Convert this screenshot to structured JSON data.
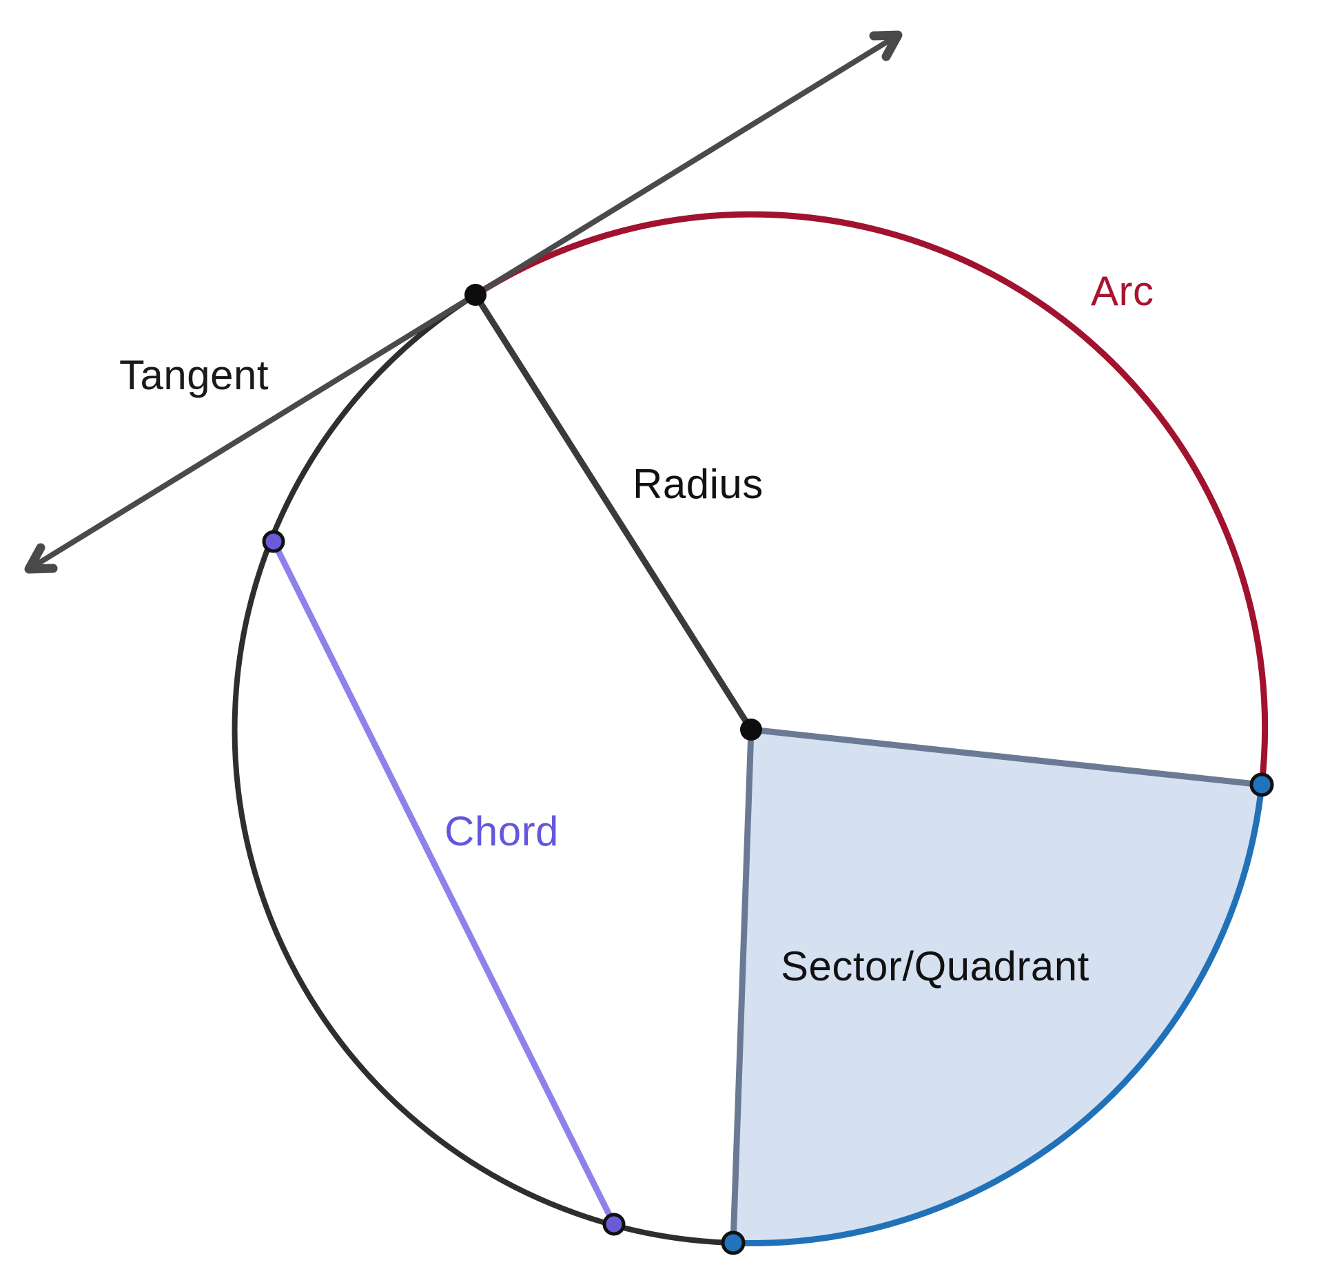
{
  "figure_type": "circle-parts-diagram",
  "labels": {
    "tangent": {
      "text": "Tangent",
      "color": "#1a1a1a"
    },
    "radius": {
      "text": "Radius",
      "color": "#111111"
    },
    "arc": {
      "text": "Arc",
      "color": "#a81431"
    },
    "chord": {
      "text": "Chord",
      "color": "#6456de"
    },
    "sector": {
      "text": "Sector/Quadrant",
      "color": "#111111"
    }
  },
  "colors": {
    "circle_outline": "#2e2e2e",
    "tangent_line": "#4a4a4a",
    "radius_line": "#3a3a3a",
    "arc_stroke": "#a1122e",
    "chord_line": "#8e82ea",
    "chord_point": "#6a5bd6",
    "sector_fill": "#d5e0f1",
    "sector_edge": "#6b7a94",
    "sector_arc": "#2171b8",
    "sector_point": "#2173be",
    "point_outline": "#111111",
    "black_point": "#0d0d0d"
  }
}
